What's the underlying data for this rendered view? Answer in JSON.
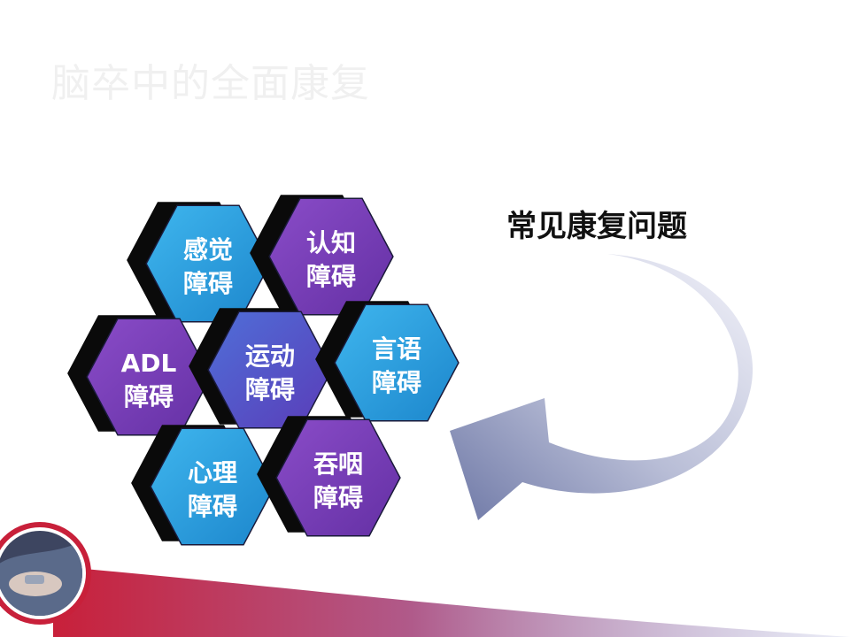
{
  "slide": {
    "title": "脑卒中的全面康复",
    "callout": "常见康复问题"
  },
  "hexagons": [
    {
      "id": "sensory",
      "line1": "感觉",
      "line2": "障碍",
      "color": "blue"
    },
    {
      "id": "cognitive",
      "line1": "认知",
      "line2": "障碍",
      "color": "purple"
    },
    {
      "id": "adl",
      "line1": "ADL",
      "line2": "障碍",
      "color": "purple"
    },
    {
      "id": "motor",
      "line1": "运动",
      "line2": "障碍",
      "color": "center"
    },
    {
      "id": "speech",
      "line1": "言语",
      "line2": "障碍",
      "color": "blue"
    },
    {
      "id": "psych",
      "line1": "心理",
      "line2": "障碍",
      "color": "blue"
    },
    {
      "id": "swallow",
      "line1": "吞咽",
      "line2": "障碍",
      "color": "purple"
    }
  ],
  "colors": {
    "blue": "#2fa2e0",
    "purple": "#7a3fb8",
    "center": "#5a4fc8",
    "arrow": "#8890b8",
    "accent_red": "#c8203a"
  }
}
